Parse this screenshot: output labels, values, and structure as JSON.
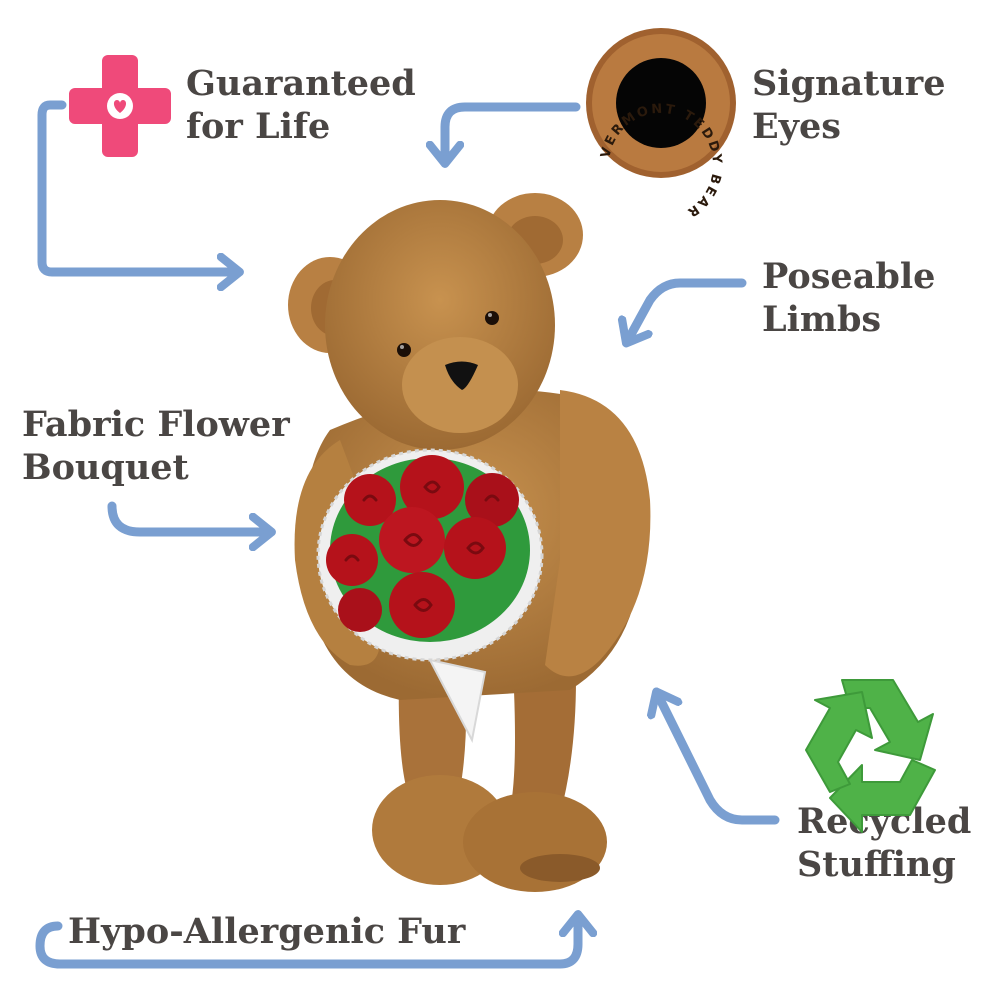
{
  "features": {
    "guarantee": {
      "line1": "Guaranteed",
      "line2": "for Life"
    },
    "eyes": {
      "line1": "Signature",
      "line2": "Eyes"
    },
    "limbs": {
      "line1": "Poseable",
      "line2": "Limbs"
    },
    "bouquet": {
      "line1": "Fabric Flower",
      "line2": "Bouquet"
    },
    "stuffing": {
      "line1": "Recycled",
      "line2": "Stuffing"
    },
    "fur": {
      "line1": "Hypo-Allergenic Fur"
    }
  },
  "badge": {
    "text": "VERMONT TEDDY BEAR"
  },
  "icons": [
    "medical-cross-heart-icon",
    "eye-badge-icon",
    "recycle-icon",
    "arrow-icon"
  ],
  "colors": {
    "arrow": "#7a9fd1",
    "text": "#4a4644",
    "cross": "#ef4a7a",
    "badge_rim": "#a0612f",
    "recycle": "#4fb248",
    "fur": "#b07a3c",
    "rose": "#b5121b",
    "leaf": "#2f9a3c"
  }
}
